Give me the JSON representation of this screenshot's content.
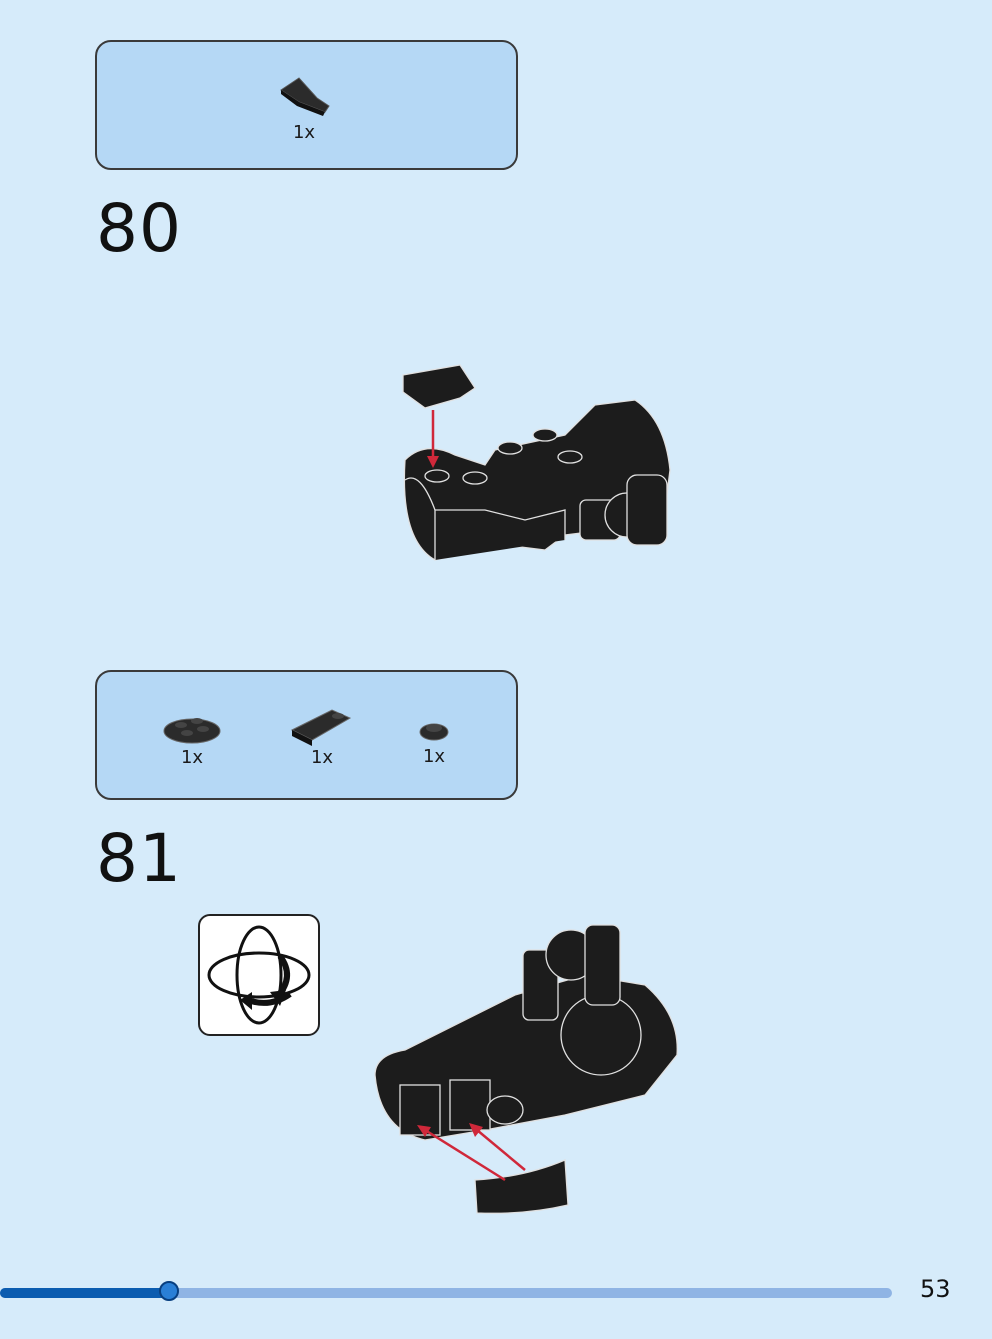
{
  "step80": {
    "number": "80",
    "parts": [
      {
        "name": "wedge-plate",
        "qty": "1x"
      }
    ]
  },
  "step81": {
    "number": "81",
    "parts": [
      {
        "name": "round-plate-2x2",
        "qty": "1x"
      },
      {
        "name": "curved-slope-tile",
        "qty": "1x"
      },
      {
        "name": "round-plate-1x1",
        "qty": "1x"
      }
    ],
    "rotate_icon": "rotate-model-icon"
  },
  "progress": {
    "fraction": 0.19
  },
  "page_number": "53",
  "colors": {
    "background": "#d6ebfa",
    "parts_box": "#b5d8f5",
    "arrow": "#d0283a",
    "brick": "#1c1c1c",
    "progress_fill": "#0b5cb0",
    "progress_track": "#8fb4e4"
  }
}
